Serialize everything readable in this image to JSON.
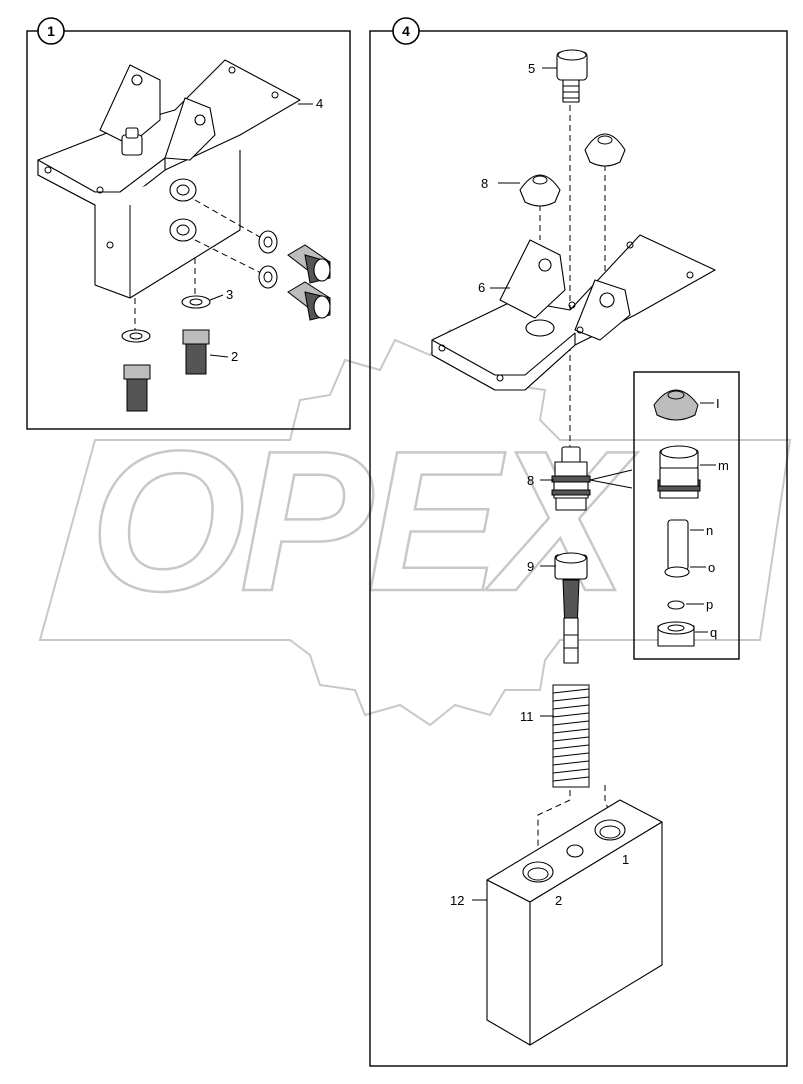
{
  "watermark": {
    "text": "OPEX"
  },
  "panels": [
    {
      "id": "panel-1",
      "badge": "1"
    },
    {
      "id": "panel-4",
      "badge": "4"
    }
  ],
  "callouts": {
    "panel1": {
      "c4": "4",
      "c3": "3",
      "c2": "2"
    },
    "panel4": {
      "c5": "5",
      "c8a": "8",
      "c6": "6",
      "c8b": "8",
      "c9": "9",
      "c11": "11",
      "c12": "12",
      "ci": "I",
      "cm": "m",
      "cn": "n",
      "co": "o",
      "cp": "p",
      "cq": "q"
    },
    "port_marks": {
      "port1": "1",
      "port2": "2"
    }
  }
}
